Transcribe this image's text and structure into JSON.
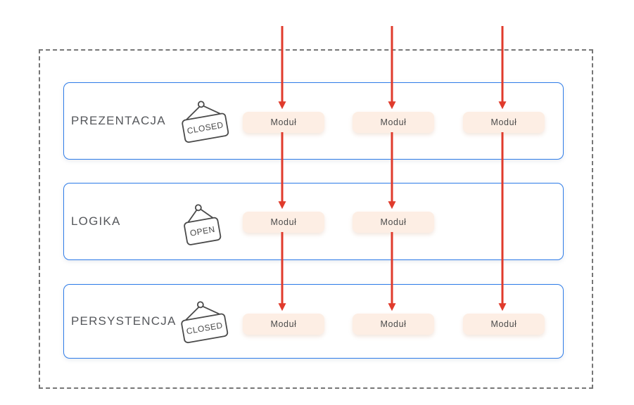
{
  "diagram": {
    "layers": [
      {
        "label": "PREZENTACJA",
        "sign": "CLOSED",
        "modules": [
          "Moduł",
          "Moduł",
          "Moduł"
        ]
      },
      {
        "label": "LOGIKA",
        "sign": "OPEN",
        "modules": [
          "Moduł",
          "Moduł"
        ]
      },
      {
        "label": "PERSYSTENCJA",
        "sign": "CLOSED",
        "modules": [
          "Moduł",
          "Moduł",
          "Moduł"
        ]
      }
    ],
    "colors": {
      "layer_border": "#2e7ce8",
      "arrow": "#e03b2c",
      "module_bg": "#fdeee4",
      "module_text": "#4c4c4c",
      "label_text": "#56585c",
      "sign_stroke": "#4a4a4a",
      "dashed_border": "#767676"
    }
  }
}
